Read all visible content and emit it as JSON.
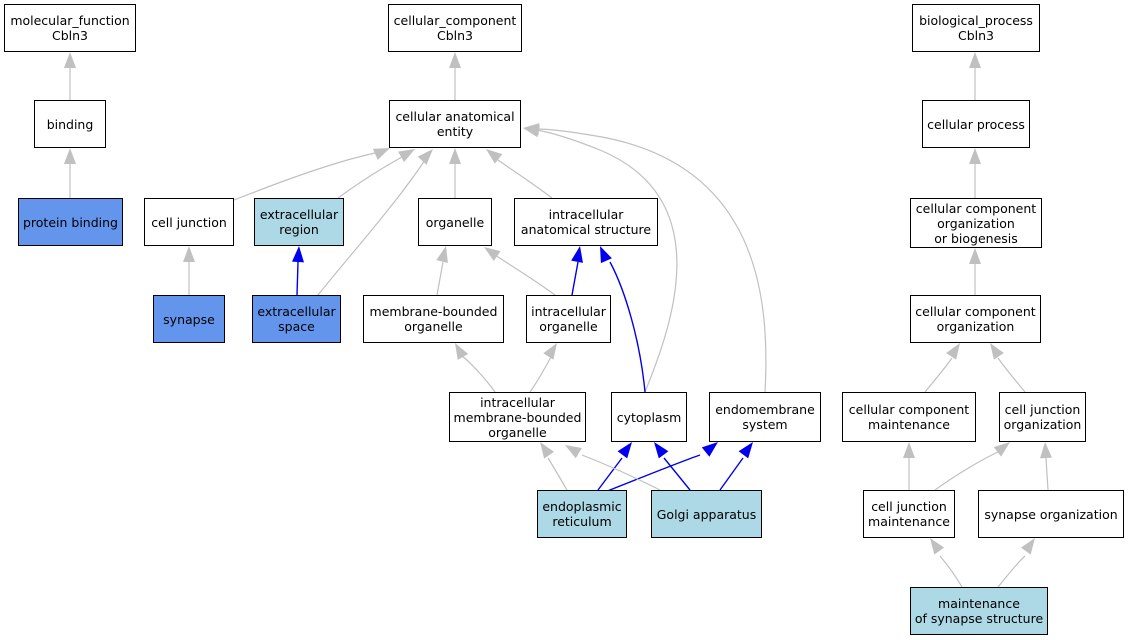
{
  "colors": {
    "edge_is_a": "#c0c0c0",
    "edge_part_of": "#0000ee",
    "node_light": "#add8e6",
    "node_medium": "#6495ed",
    "node_white": "#ffffff"
  },
  "nodes": {
    "mf_root": "molecular_function\nCbln3",
    "binding": "binding",
    "protein_binding": "protein binding",
    "cc_root": "cellular_component\nCbln3",
    "cellular_anatomical_entity": "cellular anatomical\nentity",
    "cell_junction": "cell junction",
    "extracellular_region": "extracellular\nregion",
    "organelle": "organelle",
    "intracellular_anatomical_structure": "intracellular\nanatomical structure",
    "synapse": "synapse",
    "extracellular_space": "extracellular\nspace",
    "membrane_bounded_organelle": "membrane-bounded\norganelle",
    "intracellular_organelle": "intracellular\norganelle",
    "intracellular_membrane_bounded_organelle": "intracellular\nmembrane-bounded\norganelle",
    "cytoplasm": "cytoplasm",
    "endomembrane_system": "endomembrane\nsystem",
    "endoplasmic_reticulum": "endoplasmic\nreticulum",
    "golgi_apparatus": "Golgi apparatus",
    "bp_root": "biological_process\nCbln3",
    "cellular_process": "cellular process",
    "cc_org_or_biogenesis": "cellular component\norganization\nor biogenesis",
    "cc_organization": "cellular component\norganization",
    "cc_maintenance": "cellular component\nmaintenance",
    "cell_junction_organization": "cell junction\norganization",
    "cell_junction_maintenance": "cell junction\nmaintenance",
    "synapse_organization": "synapse organization",
    "maintenance_of_synapse_structure": "maintenance\nof synapse structure"
  }
}
